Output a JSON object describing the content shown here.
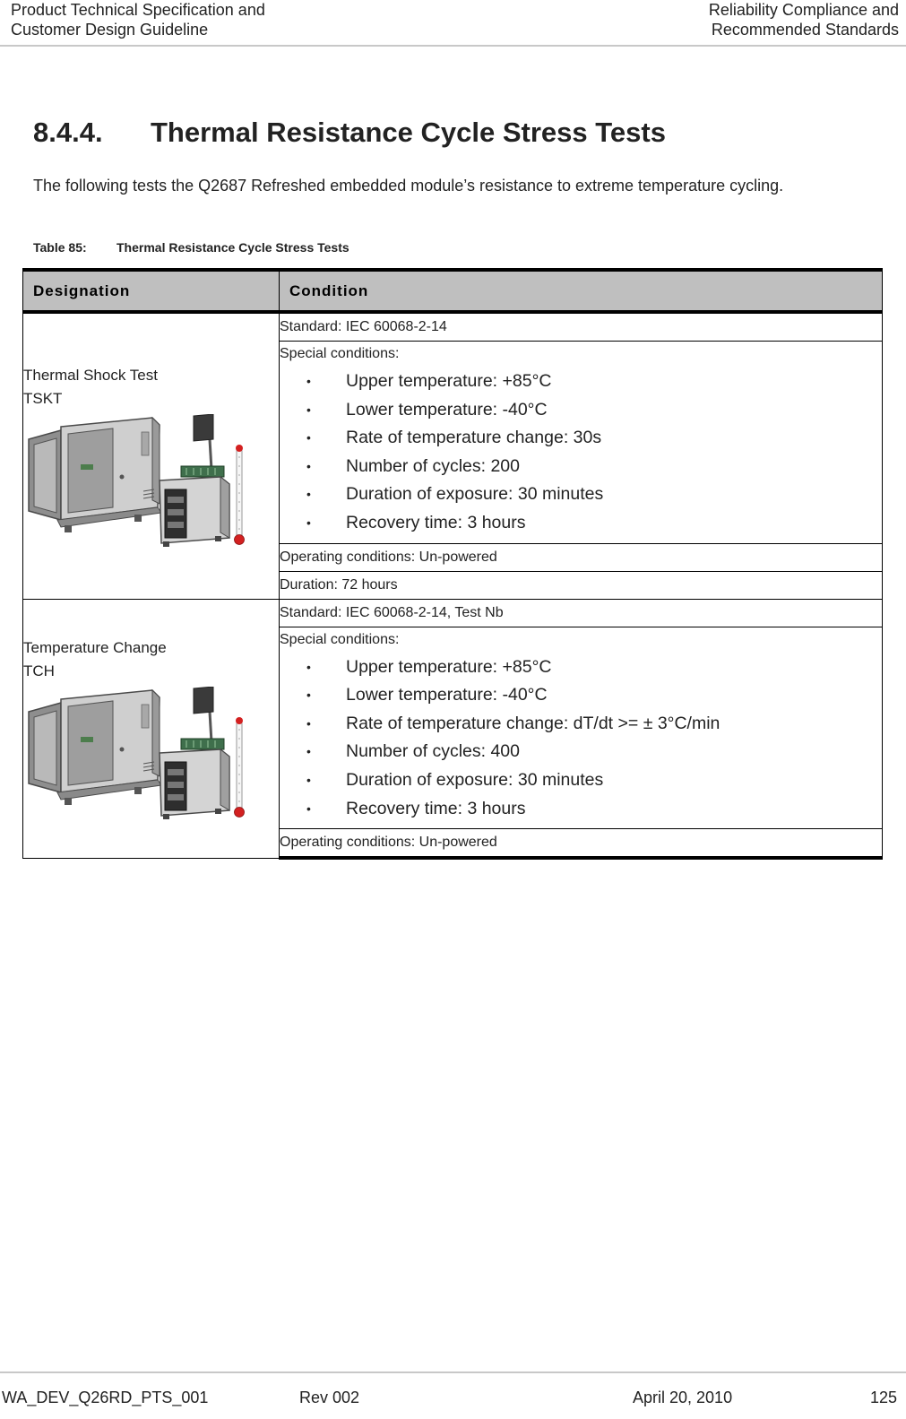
{
  "header": {
    "left_line1": "Product Technical Specification and",
    "left_line2": "Customer Design Guideline",
    "right_line1": "Reliability Compliance and",
    "right_line2": "Recommended Standards"
  },
  "section": {
    "number": "8.4.4.",
    "title": "Thermal Resistance Cycle Stress Tests",
    "intro": "The following tests the Q2687 Refreshed embedded module’s resistance to extreme temperature cycling."
  },
  "table": {
    "caption_number": "Table 85:",
    "caption_title": "Thermal Resistance Cycle Stress Tests",
    "col_designation": "Designation",
    "col_condition": "Condition",
    "tests": [
      {
        "name": "Thermal Shock Test",
        "code": "TSKT",
        "standard": "Standard: IEC 60068-2-14",
        "special_label": "Special conditions:",
        "conditions": [
          "Upper temperature: +85°C",
          "Lower temperature: -40°C",
          "Rate of temperature change: 30s",
          "Number of cycles: 200",
          "Duration of exposure: 30 minutes",
          "Recovery time: 3 hours"
        ],
        "operating": "Operating conditions: Un-powered",
        "duration": "Duration: 72 hours"
      },
      {
        "name": "Temperature Change",
        "code": "TCH",
        "standard": "Standard: IEC 60068-2-14, Test Nb",
        "special_label": "Special conditions:",
        "conditions": [
          "Upper temperature: +85°C",
          "Lower temperature: -40°C",
          "Rate of temperature change: dT/dt >= ± 3°C/min",
          "Number of cycles: 400",
          "Duration of exposure: 30 minutes",
          "Recovery time: 3 hours"
        ],
        "operating": "Operating conditions: Un-powered"
      }
    ]
  },
  "footer": {
    "doc_id": "WA_DEV_Q26RD_PTS_001",
    "rev": "Rev 002",
    "date": "April 20, 2010",
    "page": "125"
  }
}
